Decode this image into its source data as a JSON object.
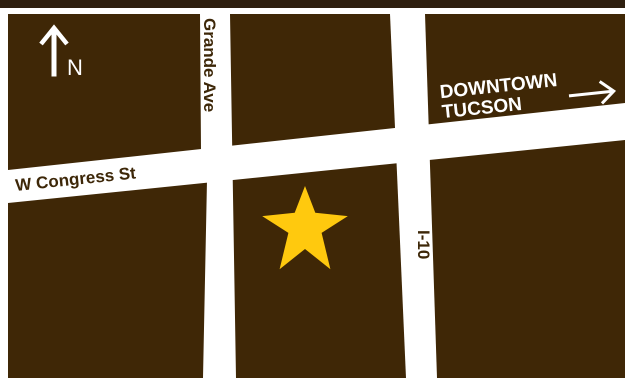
{
  "compass": {
    "label": "N",
    "icon": "north-arrow-icon"
  },
  "roads": {
    "grande_ave": "Grande Ave",
    "w_congress_st": "W Congress St",
    "i10": "I-10"
  },
  "destination": {
    "line1": "DOWNTOWN",
    "line2": "TUCSON",
    "icon": "arrow-right-icon"
  },
  "marker": {
    "icon": "star-icon",
    "color": "#ffc90e"
  },
  "colors": {
    "block": "#3f2706",
    "road": "#ffffff",
    "border": "#ffffff",
    "label_text": "#3d2708",
    "overlay_text": "#ffffff"
  }
}
